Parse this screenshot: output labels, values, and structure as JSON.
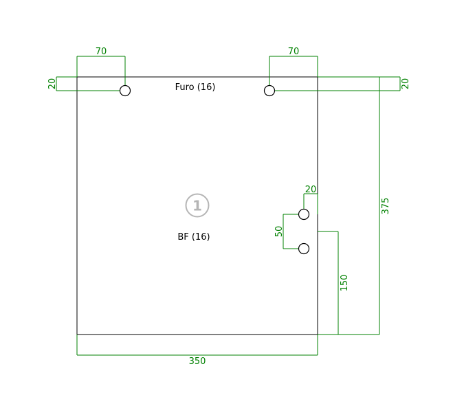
{
  "part": {
    "number": "1",
    "top_label": "Furo (16)",
    "face_label": "BF (16)"
  },
  "dimensions": {
    "width": "350",
    "height": "375",
    "top_left_hole_x": "70",
    "top_right_hole_x": "70",
    "top_left_hole_y": "20",
    "top_right_hole_y": "20",
    "side_hole_offset": "20",
    "side_hole_spacing": "50",
    "side_hole_height": "150"
  },
  "colors": {
    "dimension": "#008000",
    "outline": "#000000",
    "part_number": "#b5b5b5"
  }
}
